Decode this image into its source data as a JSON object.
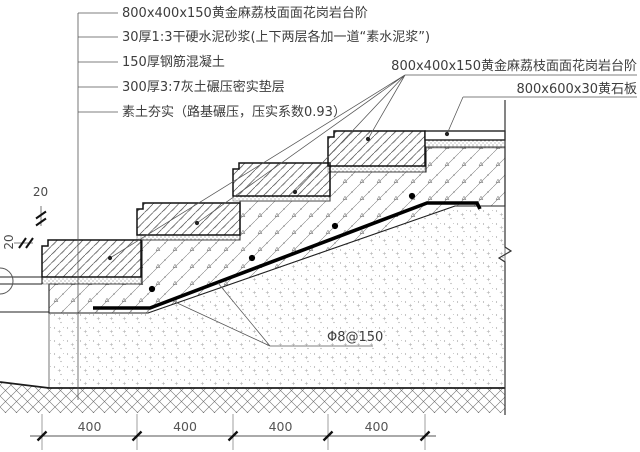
{
  "drawing_type": "stair-construction-detail-section",
  "annotations": {
    "left": [
      "800x400x150黄金麻荔枝面面花岗岩台阶",
      "30厚1:3干硬水泥砂浆(上下两层各加一道“素水泥浆”)",
      "150厚钢筋混凝土",
      "300厚3:7灰土碾压密实垫层",
      "素土夯实（路基碾压，压实系数0.93）"
    ],
    "right": [
      "800x400x150黄金麻荔枝面面花岗岩台阶",
      "800x600x30黄石板"
    ],
    "rebar_label": "Φ8@150"
  },
  "dimensions": {
    "bottom_segments": [
      "400",
      "400",
      "400",
      "400"
    ],
    "joint_top": "20",
    "joint_side": "20"
  },
  "colors": {
    "background": "#ffffff",
    "outline": "#1a1a1a",
    "thin_line": "#555555",
    "hatch": "#777777",
    "rebar": "#000000",
    "text": "#3d3d3d"
  }
}
